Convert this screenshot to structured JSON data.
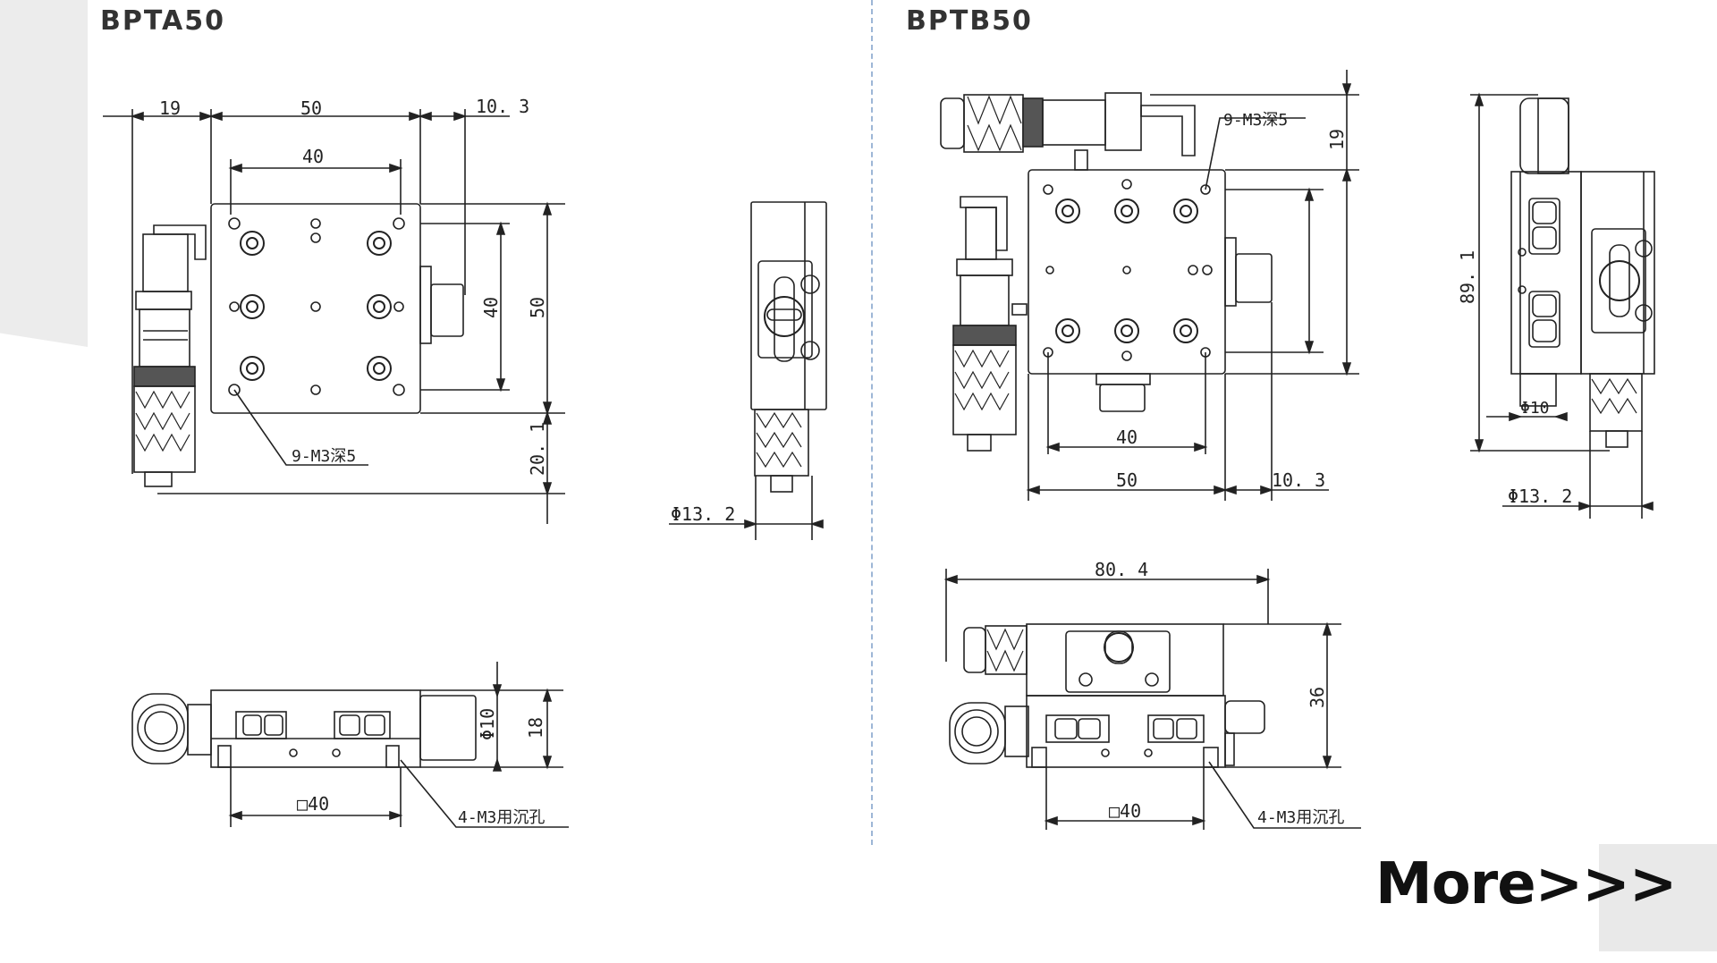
{
  "models": {
    "a": {
      "name": "BPTA50"
    },
    "b": {
      "name": "BPTB50"
    }
  },
  "dims_a": {
    "w19": "19",
    "w50": "50",
    "w10_3": "10. 3",
    "w40": "40",
    "h40": "40",
    "h50": "50",
    "h20_1": "20. 1",
    "holes": "9-M3深5",
    "dia13_2": "Φ13. 2",
    "dia10": "Φ10",
    "h18": "18",
    "sq40": "□40",
    "counterbore": "4-M3用沉孔"
  },
  "dims_b": {
    "h19": "19",
    "holes": "9-M3深5",
    "w40": "40",
    "w50": "50",
    "w10_3": "10. 3",
    "h89_1": "89. 1",
    "dia10": "Φ10",
    "dia13_2": "Φ13. 2",
    "w80_4": "80. 4",
    "h36": "36",
    "sq40": "□40",
    "counterbore": "4-M3用沉孔"
  },
  "more_link": "More>>>",
  "colors": {
    "line": "#222222",
    "divider": "#9db6d6",
    "panel": "#ececec"
  }
}
